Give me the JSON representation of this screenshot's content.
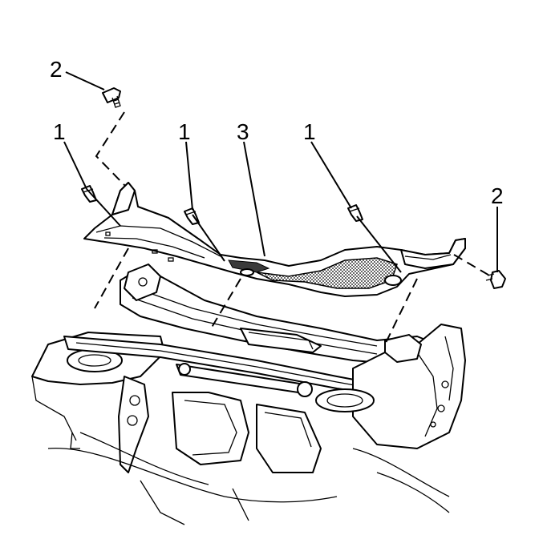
{
  "callouts": [
    {
      "id": "c2-left",
      "label": "2"
    },
    {
      "id": "c1-left",
      "label": "1"
    },
    {
      "id": "c1-middle",
      "label": "1"
    },
    {
      "id": "c3",
      "label": "3"
    },
    {
      "id": "c1-right",
      "label": "1"
    },
    {
      "id": "c2-right",
      "label": "2"
    }
  ],
  "colors": {
    "line": "#000000",
    "background": "#ffffff",
    "shade": "#3a3a3a"
  }
}
